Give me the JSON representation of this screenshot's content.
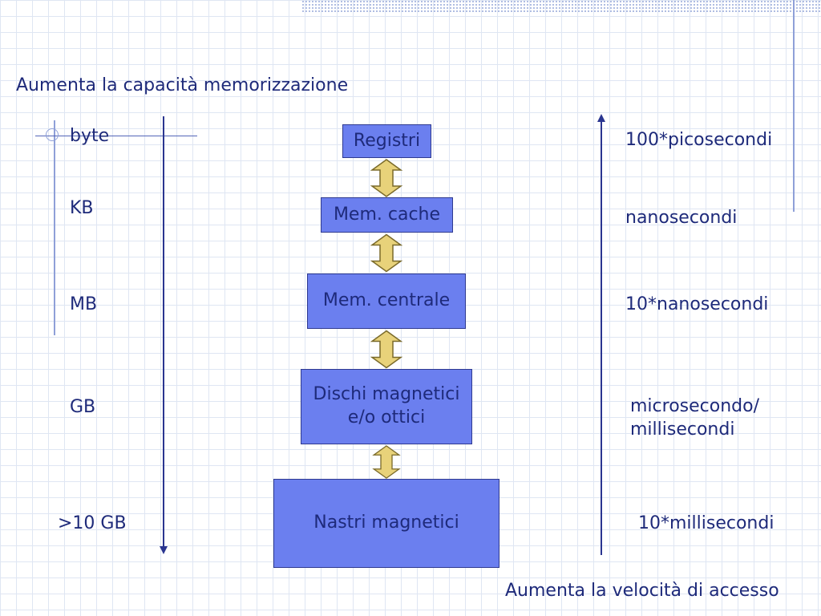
{
  "title_capacity": "Aumenta la capacità memorizzazione",
  "title_speed": "Aumenta la velocità di accesso",
  "capacity_levels": [
    "byte",
    "KB",
    "MB",
    "GB",
    ">10 GB"
  ],
  "memory_levels": [
    {
      "line1": "Registri",
      "line2": ""
    },
    {
      "line1": "Mem. cache",
      "line2": ""
    },
    {
      "line1": "Mem. centrale",
      "line2": ""
    },
    {
      "line1": "Dischi magnetici",
      "line2": "e/o ottici"
    },
    {
      "line1": "Nastri magnetici",
      "line2": ""
    }
  ],
  "access_times": [
    {
      "line1": "100*picosecondi",
      "line2": ""
    },
    {
      "line1": "nanosecondi",
      "line2": ""
    },
    {
      "line1": "10*nanosecondi",
      "line2": ""
    },
    {
      "line1": "microsecondo/",
      "line2": "millisecondi"
    },
    {
      "line1": "10*millisecondi",
      "line2": ""
    }
  ],
  "colors": {
    "text": "#1e2a7a",
    "box_fill": "#6b7fef",
    "box_border": "#2f3a90",
    "arrow_fill": "#e8d27a",
    "arrow_stroke": "#7a6a2a",
    "axis_line": "#2a3590",
    "grid": "#dfe6f3"
  }
}
